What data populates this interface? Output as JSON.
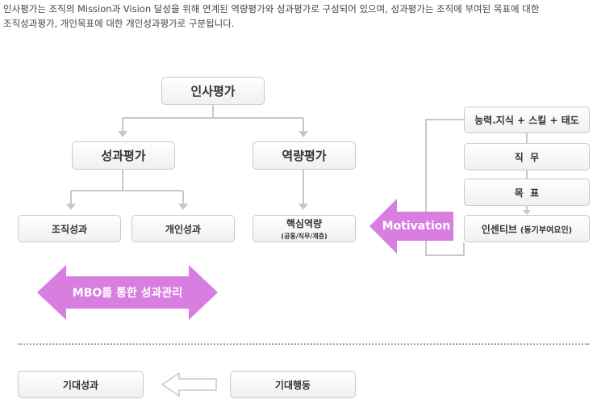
{
  "intro": {
    "line1": "인사평가는 조직의 Mission과 Vision 달성을 위해 연계된 역량평가와 성과평가로 구성되어 있으며, 성과평가는 조직에 부여된 목표에 대한",
    "line2": "조직성과평가, 개인목표에 대한 개인성과평가로 구분됩니다."
  },
  "tree": {
    "root": "인사평가",
    "performance": "성과평가",
    "competency": "역량평가",
    "org_performance": "조직성과",
    "individual_performance": "개인성과",
    "core_competency": "핵심역량",
    "core_competency_sub": "(공통/직무/계층)"
  },
  "side": {
    "item1": "능력.지식 + 스킬 + 태도",
    "item2": "직  무",
    "item3": "목  표",
    "item4": "인센티브",
    "item4_sub": "(동기부여요인)"
  },
  "arrows": {
    "motivation": "Motivation",
    "mbo": "MBO를 통한 성과관리"
  },
  "bottom": {
    "expected_results": "기대성과",
    "expected_behavior": "기대행동"
  },
  "colors": {
    "accent_arrow": "#d77ee0",
    "connector": "#c8c8c8",
    "box_border": "#c9c9c9"
  }
}
